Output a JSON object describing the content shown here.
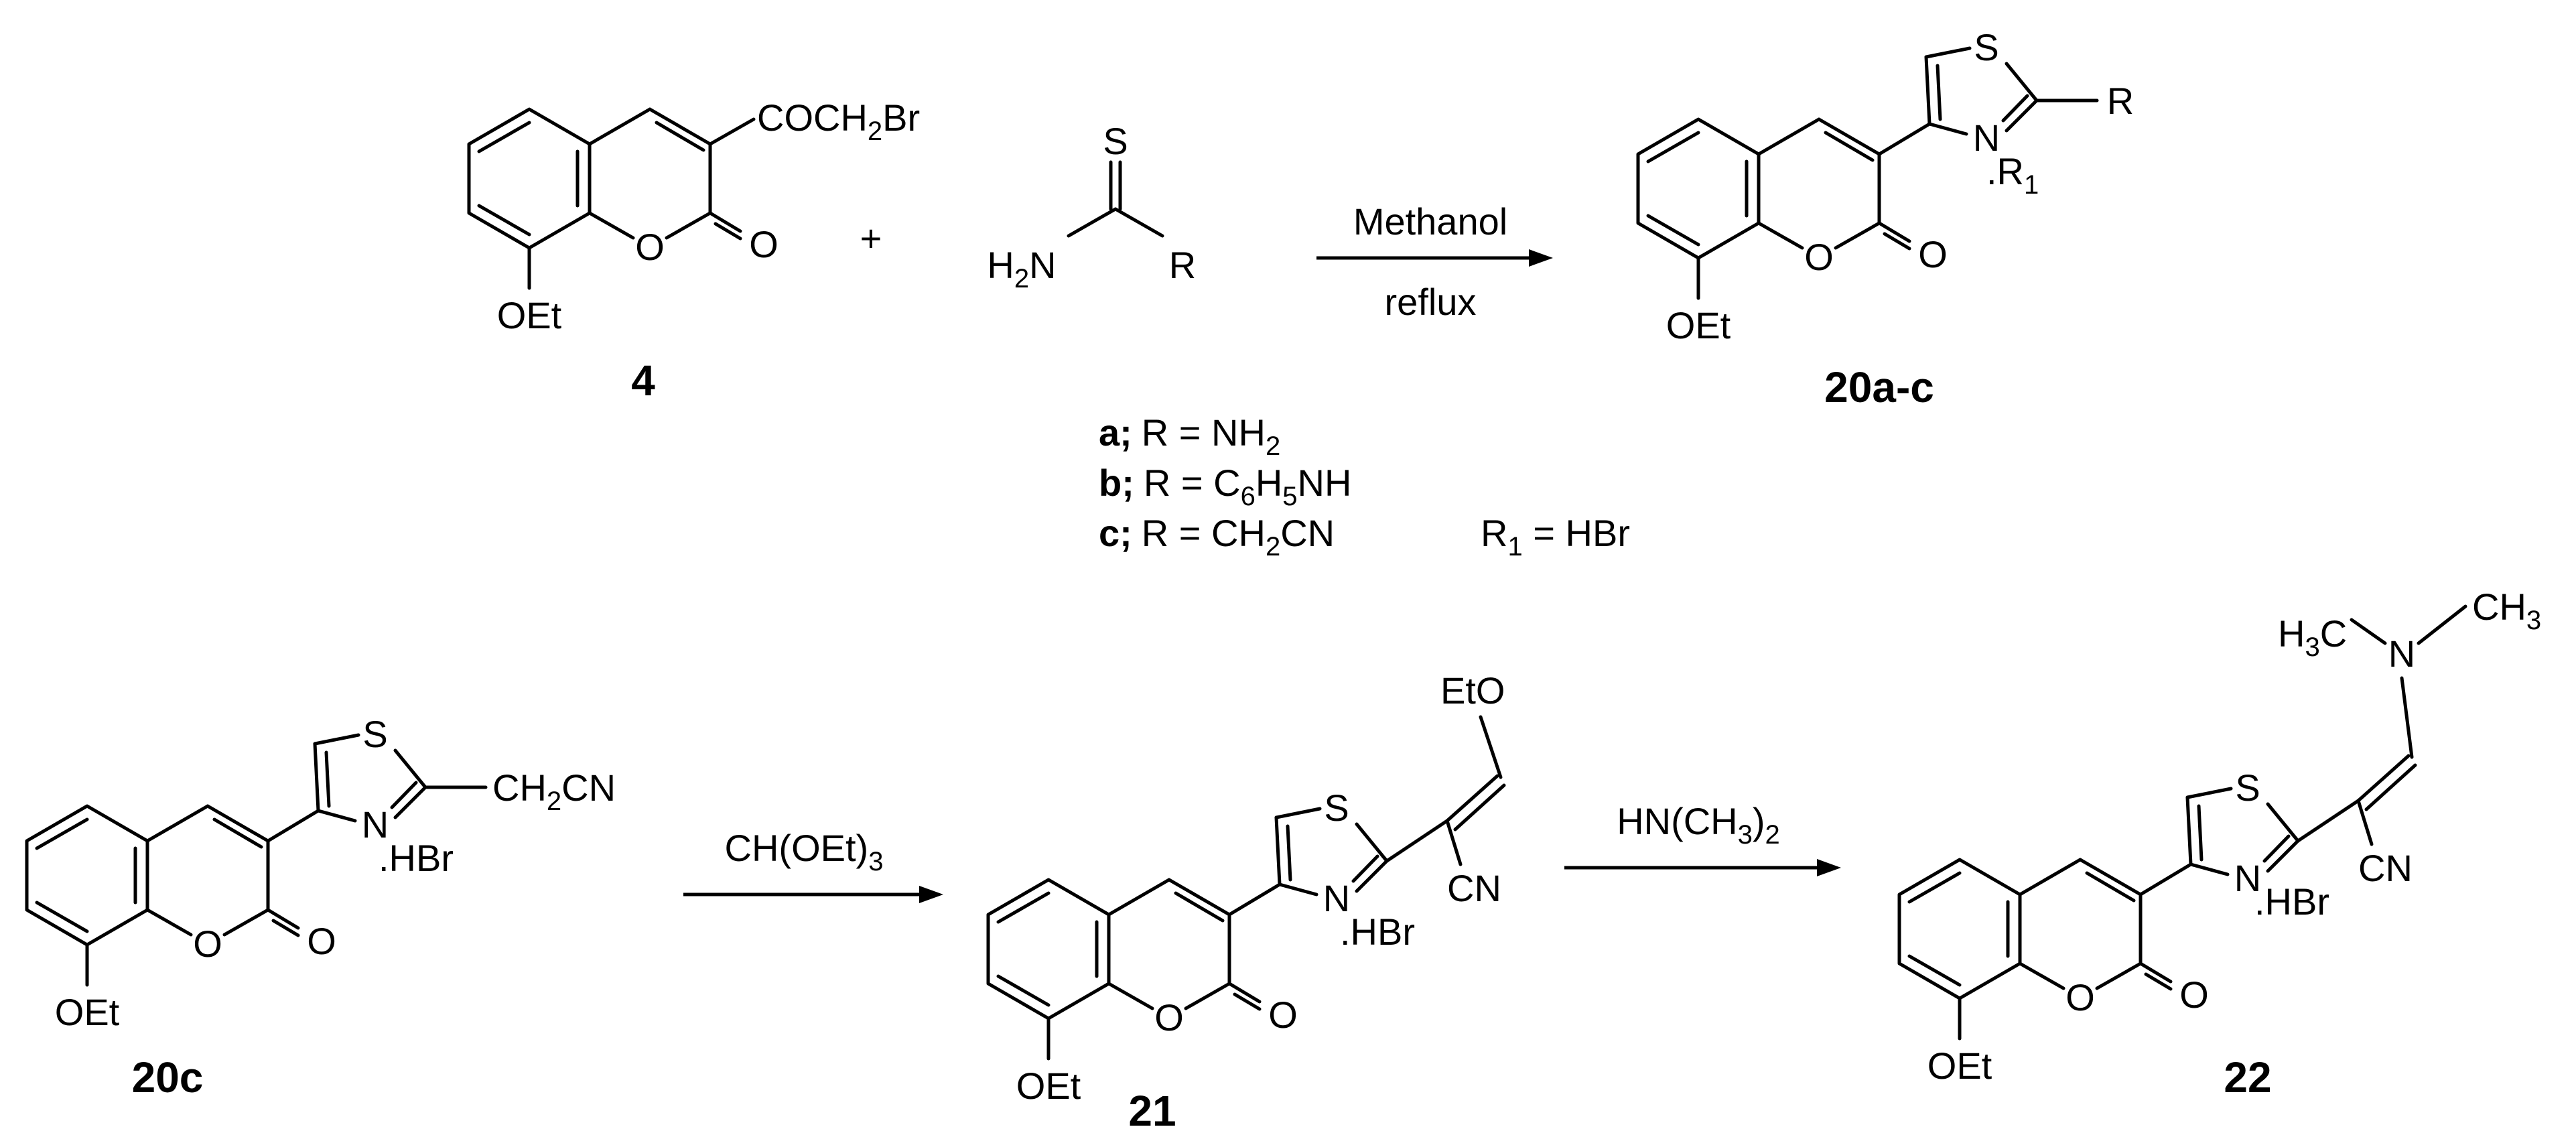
{
  "scheme": {
    "reagents": {
      "plus": "+",
      "step1_top": "Methanol",
      "step1_bottom": "reflux",
      "step2": "CH(OEt)",
      "step2_sub": "3",
      "step3_a": "HN(CH",
      "step3_sub": "3",
      "step3_b": ")",
      "step3_sub2": "2"
    },
    "compound_numbers": {
      "c4": "4",
      "c20ac": "20a-c",
      "c20c": "20c",
      "c21": "21",
      "c22": "22"
    },
    "atom_labels": {
      "O": "O",
      "S": "S",
      "N": "N",
      "R": "R",
      "OEt": "OEt",
      "EtO": "EtO",
      "H2N": "H",
      "H2N_sub": "2",
      "H2N_N": "N",
      "COCH2Br_a": "COCH",
      "COCH2Br_sub": "2",
      "COCH2Br_b": "Br",
      "CH2CN_a": "CH",
      "CH2CN_sub": "2",
      "CH2CN_b": "CN",
      "CN": "CN",
      "HBr": ".HBr",
      "NR1_a": ".R",
      "NR1_sub": "1",
      "H3C": "H",
      "H3C_sub": "3",
      "H3C_C": "C",
      "CH3": "CH",
      "CH3_sub": "3",
      "NMe2_N": "N"
    },
    "substituents": {
      "a_label": "a;",
      "a_text": "R = NH",
      "a_sub": "2",
      "b_label": "b;",
      "b_text1": "R = C",
      "b_sub1": "6",
      "b_text2": "H",
      "b_sub2": "5",
      "b_text3": "NH",
      "c_label": "c;",
      "c_text1": "R = CH",
      "c_sub1": "2",
      "c_text2": "CN",
      "r1_text1": "R",
      "r1_sub": "1",
      "r1_text2": " = HBr"
    }
  }
}
